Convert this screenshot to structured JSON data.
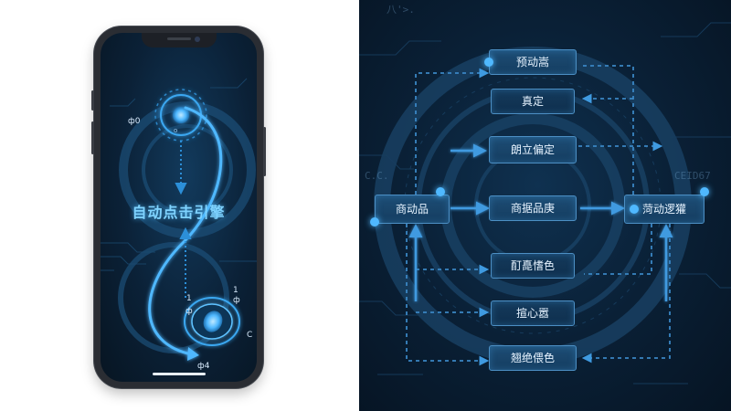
{
  "phone": {
    "engine_title": "自动点击引擎",
    "label_top": "ф0",
    "label_top_sub": "o",
    "label_right_top": "1\nф",
    "label_left_1": "1",
    "label_left_2": "ф",
    "label_c": "C",
    "label_bottom": "ф4"
  },
  "diagram": {
    "background_texts": [
      "八'>.",
      "CEID67",
      "C.C."
    ],
    "nodes": {
      "n1": "预动嵩",
      "n2": "真定",
      "n3": "朗立偏定",
      "n4": "商据品庚",
      "n5": "酊嗭愭色",
      "n6": "揎心嚣",
      "n7": "翘绝偎色",
      "left": "商动品",
      "right": "菏动逻獾"
    }
  },
  "colors": {
    "accent": "#4fb8ff",
    "node_border": "#4c8fc4",
    "arrow": "#3f9ae0"
  }
}
